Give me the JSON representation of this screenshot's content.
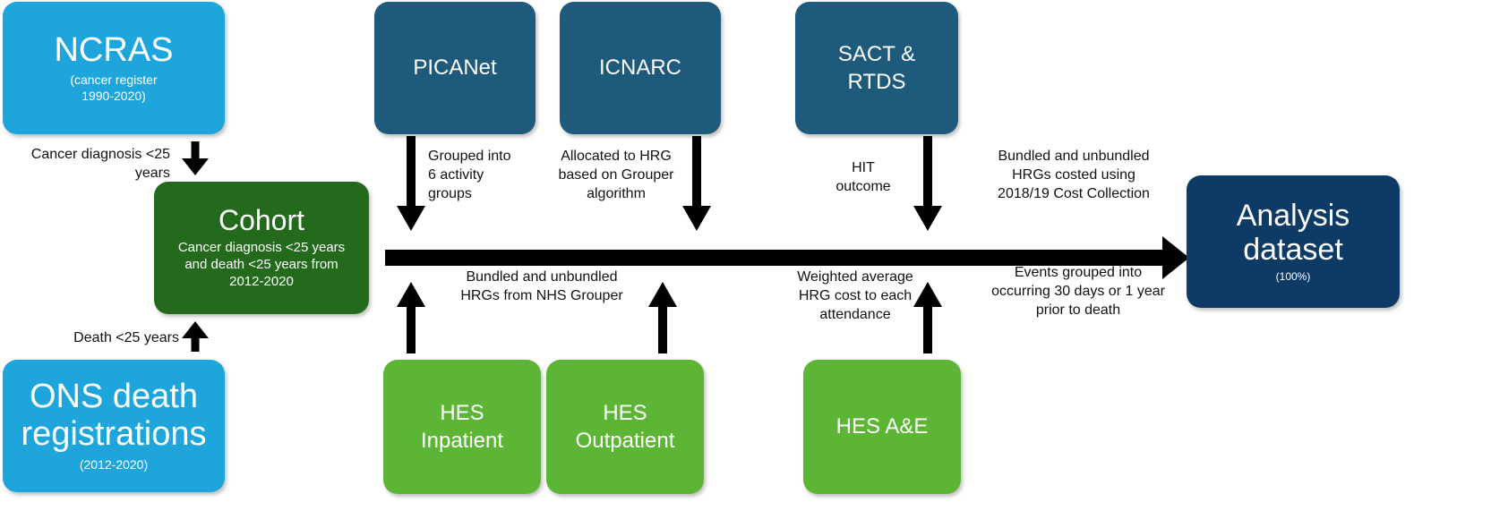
{
  "colors": {
    "source_dark": "#1e5a7c",
    "source_light": "#1ea5db",
    "hes": "#5cb534",
    "cohort": "#236a1c",
    "analysis": "#0e3a66",
    "arrow": "#000000"
  },
  "nodes": {
    "ncras": {
      "title": "NCRAS",
      "subtitle": "(cancer register 1990-2020)"
    },
    "ons": {
      "title": "ONS death registrations",
      "subtitle": "(2012-2020)"
    },
    "cohort": {
      "title": "Cohort",
      "subtitle": "Cancer diagnosis <25 years and death <25 years from 2012-2020"
    },
    "picanet": {
      "title": "PICANet"
    },
    "icnarc": {
      "title": "ICNARC"
    },
    "sact": {
      "title": "SACT & RTDS"
    },
    "hes_inpatient": {
      "title": "HES Inpatient"
    },
    "hes_outpatient": {
      "title": "HES Outpatient"
    },
    "hes_ae": {
      "title": "HES A&E"
    },
    "analysis": {
      "title": "Analysis dataset",
      "subtitle": "(100%)"
    }
  },
  "edge_labels": {
    "ncras_to_cohort": "Cancer diagnosis <25 years",
    "ons_to_cohort": "Death <25 years",
    "picanet": "Grouped into 6 activity groups",
    "icnarc": "Allocated to HRG based on Grouper algorithm",
    "sact": "HIT outcome",
    "hes_ip_op": "Bundled and unbundled HRGs from NHS Grouper",
    "hes_ae": "Weighted average HRG cost to each attendance",
    "analysis_top": "Bundled and unbundled HRGs costed using 2018/19 Cost Collection",
    "analysis_bottom": "Events grouped into occurring 30 days or 1 year prior to death"
  }
}
